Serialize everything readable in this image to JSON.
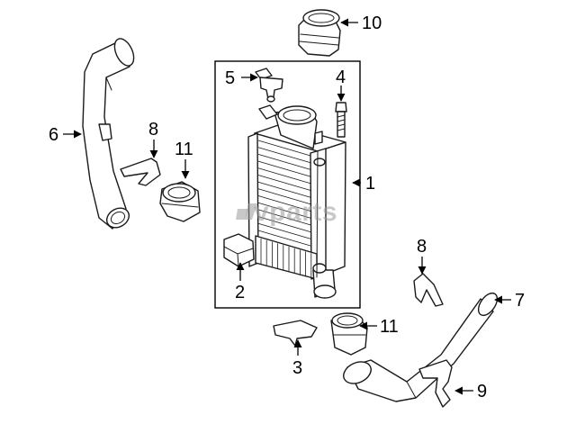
{
  "callouts": {
    "c1": "1",
    "c2": "2",
    "c3": "3",
    "c4": "4",
    "c5": "5",
    "c6": "6",
    "c7": "7",
    "c8a": "8",
    "c8b": "8",
    "c9": "9",
    "c10": "10",
    "c11a": "11",
    "c11b": "11"
  },
  "watermark": "vparts",
  "colors": {
    "line": "#1a1a1a",
    "watermark": "#9a9a9a",
    "background": "#ffffff"
  }
}
